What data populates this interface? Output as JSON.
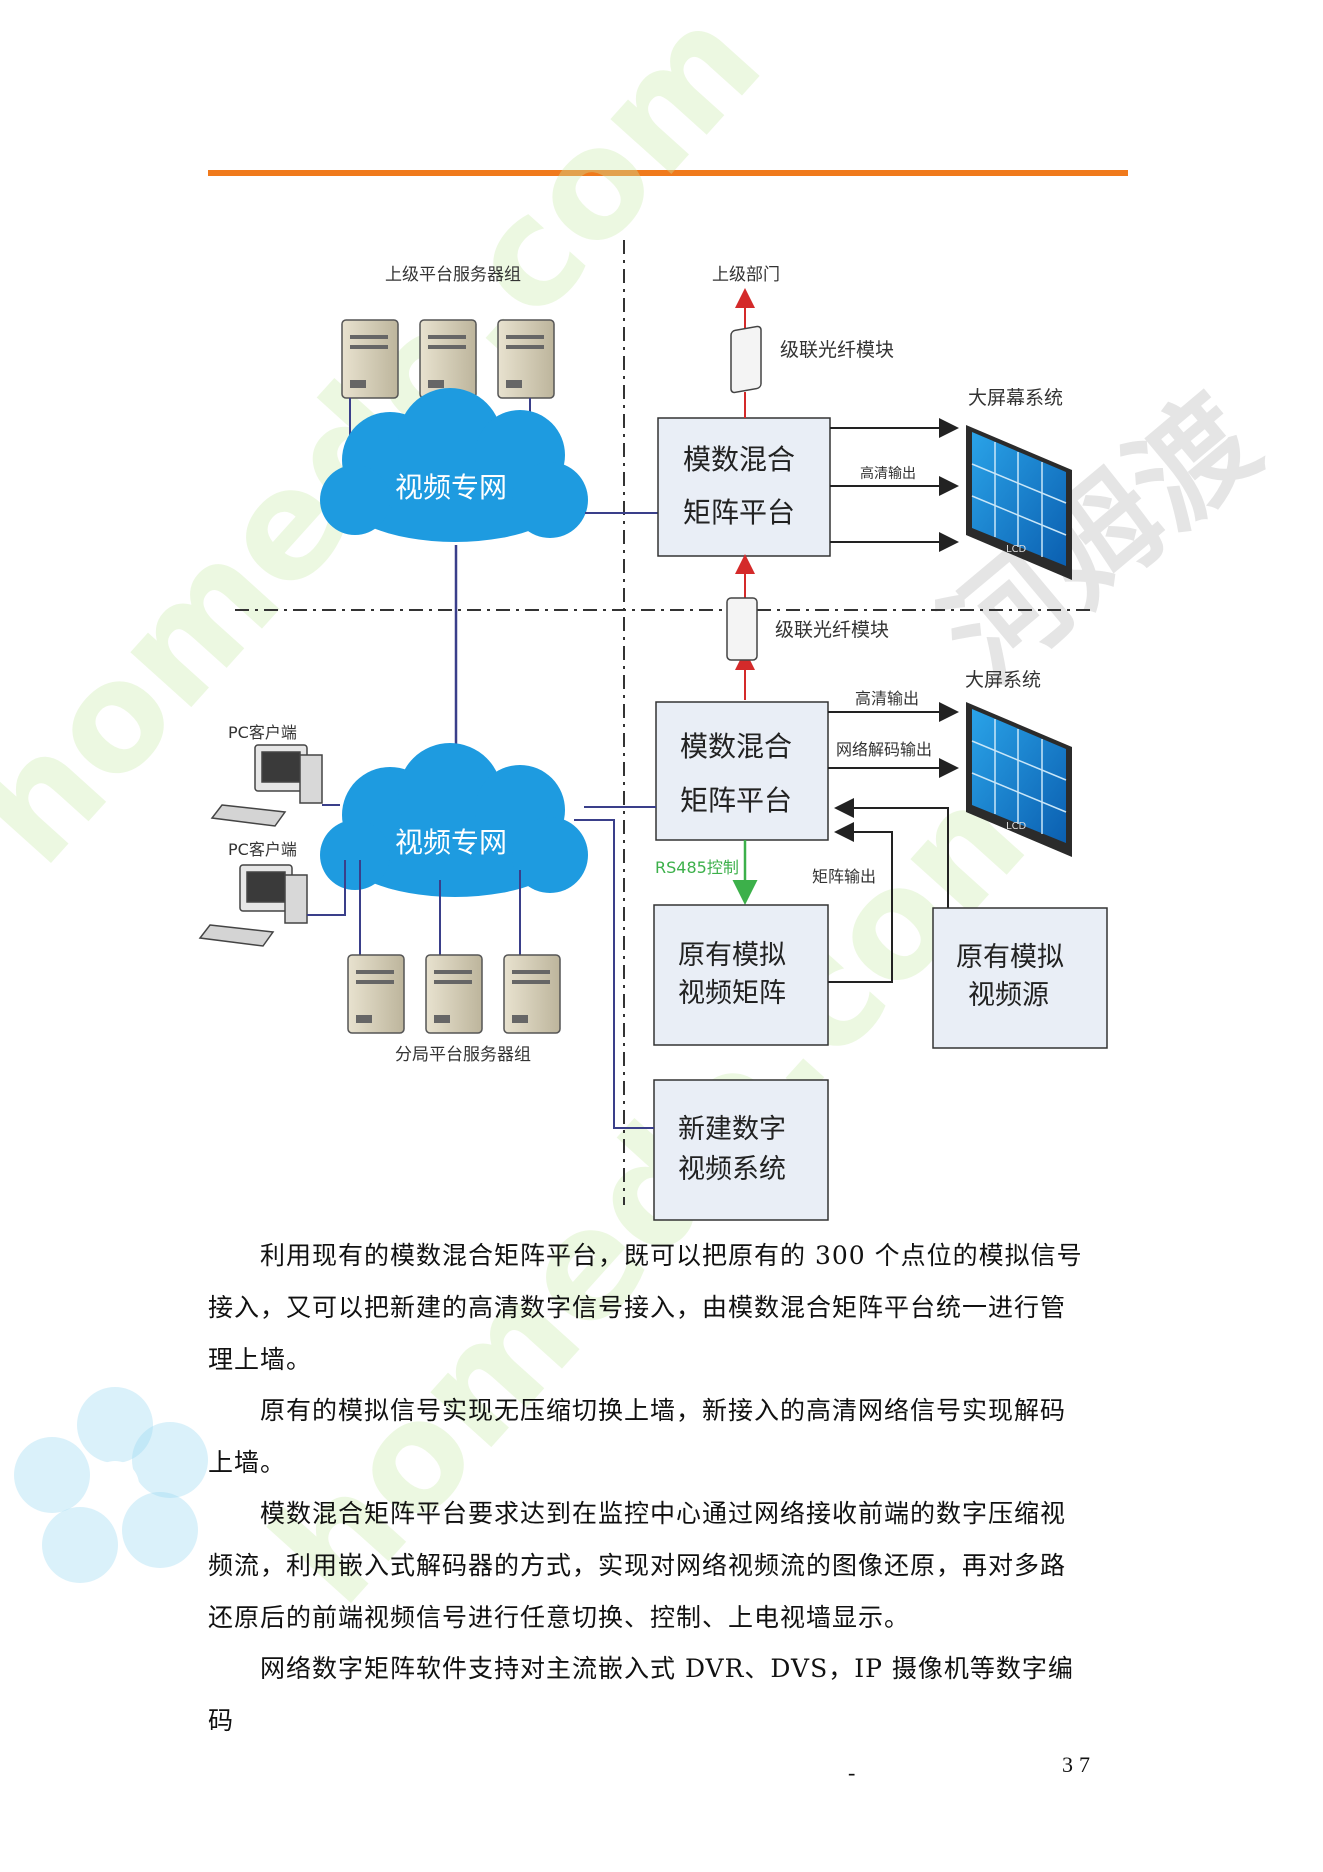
{
  "diagram": {
    "upper_servers_label": "上级平台服务器组",
    "upper_dept_label": "上级部门",
    "fiber_module_top": "级联光纤模块",
    "fiber_module_mid": "级联光纤模块",
    "big_screen_top": "大屏幕系统",
    "big_screen_bottom": "大屏系统",
    "cloud_top": "视频专网",
    "cloud_bottom": "视频专网",
    "matrix_top_line1": "模数混合",
    "matrix_top_line2": "矩阵平台",
    "matrix_bottom_line1": "模数混合",
    "matrix_bottom_line2": "矩阵平台",
    "hd_output_top": "高清输出",
    "hd_output_bottom": "高清输出",
    "net_decode_output": "网络解码输出",
    "rs485": "RS485控制",
    "matrix_output": "矩阵输出",
    "pc_client_1": "PC客户端",
    "pc_client_2": "PC客户端",
    "branch_servers_label": "分局平台服务器组",
    "legacy_matrix_line1": "原有模拟",
    "legacy_matrix_line2": "视频矩阵",
    "legacy_source_line1": "原有模拟",
    "legacy_source_line2": "视频源",
    "new_digital_line1": "新建数字",
    "new_digital_line2": "视频系统",
    "lcd": "LCD"
  },
  "paragraphs": [
    "利用现有的模数混合矩阵平台，既可以把原有的 300 个点位的模拟信号接入，又可以把新建的高清数字信号接入，由模数混合矩阵平台统一进行管理上墙。",
    "原有的模拟信号实现无压缩切换上墙，新接入的高清网络信号实现解码上墙。",
    "模数混合矩阵平台要求达到在监控中心通过网络接收前端的数字压缩视频流，利用嵌入式解码器的方式，实现对网络视频流的图像还原，再对多路还原后的前端视频信号进行任意切换、控制、上电视墙显示。",
    "网络数字矩阵软件支持对主流嵌入式 DVR、DVS，IP 摄像机等数字编码"
  ],
  "footer": {
    "dash": "-",
    "page": "37"
  },
  "watermark": {
    "text1": "homedo.com",
    "text2": "河姆渡"
  },
  "colors": {
    "accent": "#f07a1c",
    "cloud": "#1e9be0",
    "box_fill": "#e9eef6",
    "red_arrow": "#d42a2a",
    "green_arrow": "#3cb04a"
  }
}
